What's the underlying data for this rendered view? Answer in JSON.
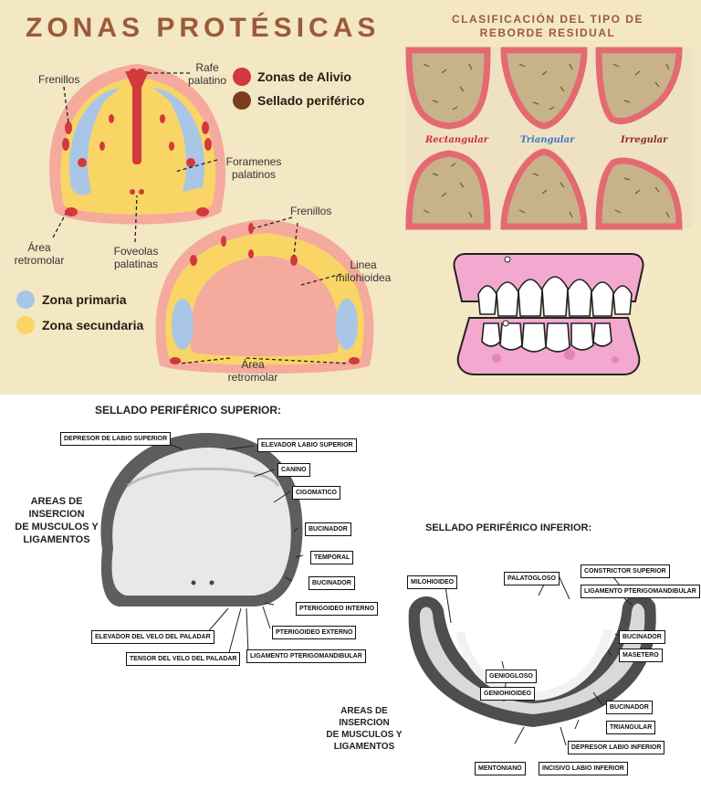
{
  "top_left": {
    "title": "ZONAS PROTÉSICAS",
    "labels": {
      "frenillos_top": "Frenillos",
      "rafe": "Rafe\npalatino",
      "foramenes": "Foramenes\npalatinos",
      "area_retromolar_left": "Área\nretromolar",
      "foveolas": "Foveolas\npalatinas",
      "frenillos_lower": "Frenillos",
      "linea": "Linea\nmilohioidea",
      "area_retromolar_bottom": "Área\nretromolar"
    },
    "legend": {
      "alivio": "Zonas de Alivio",
      "sellado": "Sellado periférico",
      "primaria": "Zona primaria",
      "secundaria": "Zona secundaria"
    },
    "colors": {
      "alivio": "#d2393c",
      "sellado": "#7a3e1d",
      "primaria": "#a9c6e6",
      "secundaria": "#f9d566",
      "mucosa": "#f4aa9c",
      "title": "#9b5a3a"
    }
  },
  "top_right": {
    "title": "CLASIFICACIÓN DEL TIPO DE\nREBORDE RESIDUAL",
    "types": [
      "Rectangular",
      "Triangular",
      "Irregular"
    ]
  },
  "bottom_left": {
    "title": "SELLADO PERIFÉRICO SUPERIOR:",
    "side_label": "AREAS DE INSERCION\nDE MUSCULOS Y\nLIGAMENTOS",
    "boxes": {
      "depresor": "DEPRESOR DE LABIO SUPERIOR",
      "elevador_labio": "ELEVADOR LABIO SUPERIOR",
      "canino": "CANINO",
      "cigomatico": "CIGOMATICO",
      "buccinador1": "BUCINADOR",
      "temporal": "TEMPORAL",
      "buccinador2": "BUCINADOR",
      "pterig_int": "PTERIGOIDEO INTERNO",
      "pterig_ext": "PTERIGOIDEO EXTERNO",
      "elevador_velo": "ELEVADOR DEL VELO DEL PALADAR",
      "lig_pterig": "LIGAMENTO PTERIGOMANDIBULAR",
      "tensor_velo": "TENSOR DEL VELO DEL PALADAR"
    }
  },
  "bottom_right": {
    "title": "SELLADO PERIFÉRICO INFERIOR:",
    "side_label": "AREAS DE INSERCION\nDE MUSCULOS Y\nLIGAMENTOS",
    "boxes": {
      "milohioideo": "MILOHIOIDEO",
      "palatogloso": "PALATOGLOSO",
      "constrictor": "CONSTRICTOR SUPERIOR",
      "lig_pterig": "LIGAMENTO PTERIGOMANDIBULAR",
      "buccinador1": "BUCINADOR",
      "masetero": "MASETERO",
      "geniogloso": "GENIOGLOSO",
      "geniohioideo": "GENIOHIOIDEO",
      "buccinador2": "BUCINADOR",
      "triangular": "TRIANGULAR",
      "depresor": "DEPRESOR LABIO INFERIOR",
      "mentoniano": "MENTONIANO",
      "incisivo": "INCISIVO LABIO INFERIOR"
    }
  }
}
